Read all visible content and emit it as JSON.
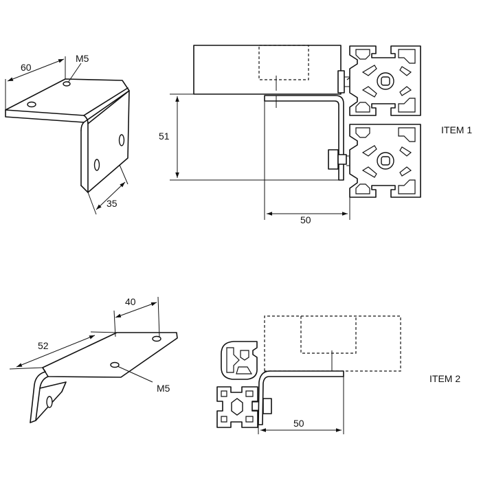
{
  "labels": {
    "item1": "ITEM 1",
    "item2": "ITEM 2",
    "thread_1": "M5",
    "thread_2": "M5",
    "dim_60": "60",
    "dim_35": "35",
    "dim_51": "51",
    "dim_50_item1": "50",
    "dim_40": "40",
    "dim_52": "52",
    "dim_50_item2": "50"
  }
}
